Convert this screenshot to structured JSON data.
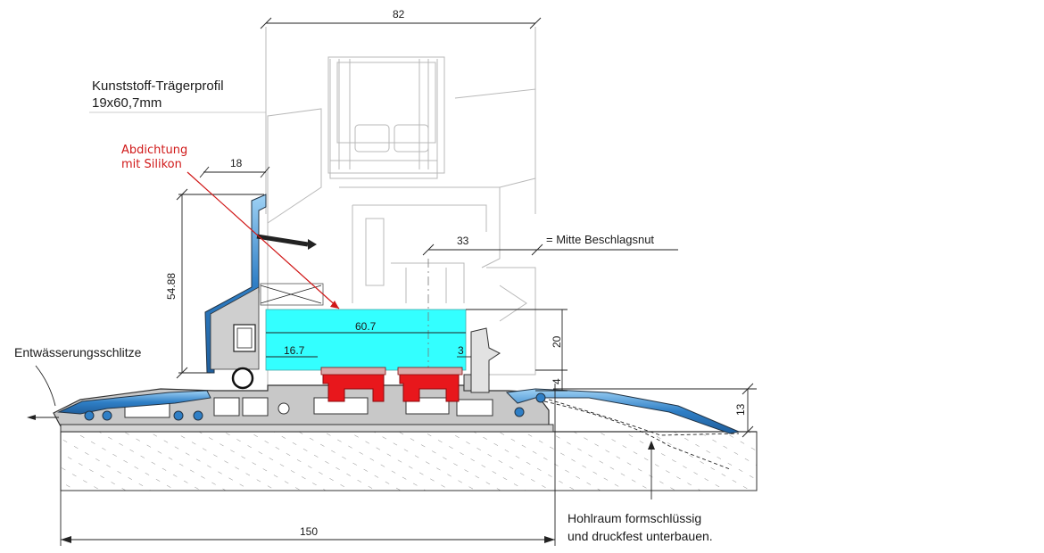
{
  "labels": {
    "profile_title_1": "Kunststoff-Trägerprofil",
    "profile_title_2": "19x60,7mm",
    "seal_1": "Abdichtung",
    "seal_2": "mit Silikon",
    "drain": "Entwässerungsschlitze",
    "fitting": "= Mitte Beschlagsnut",
    "cavity_1": "Hohlraum formschlüssig",
    "cavity_2": "und druckfest unterbauen."
  },
  "dimensions": {
    "top_width": "82",
    "flange": "18",
    "height": "54.88",
    "fitting_offset": "33",
    "profile_width": "60.7",
    "inner": "16.7",
    "gap": "3",
    "profile_height": "20",
    "small": "4",
    "ramp_height": "13",
    "total_width": "150"
  },
  "colors": {
    "profile_fill": "#33ffff",
    "seal_red": "#e8171c",
    "seal_label": "#d01818",
    "blue_profile": "#2f7fc6",
    "grey_profile": "#c8c8c8"
  }
}
